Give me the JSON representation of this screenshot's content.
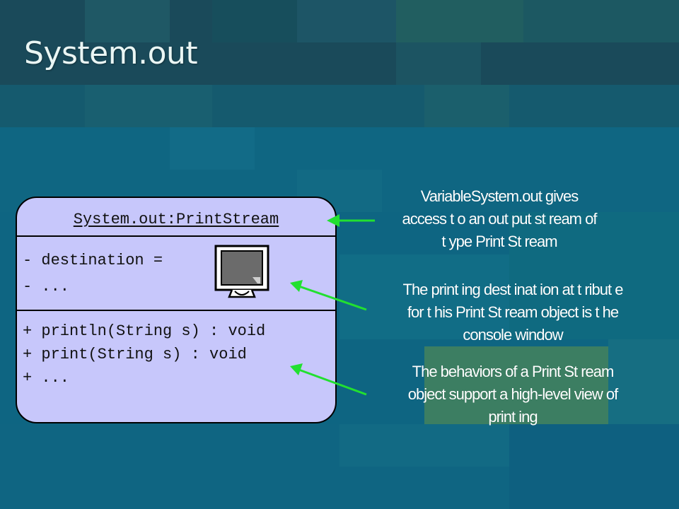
{
  "slide": {
    "title": "System.out"
  },
  "uml": {
    "header": "System.out:PrintStream",
    "attributes": [
      "- destination =",
      "- ..."
    ],
    "operations": [
      "+ println(String s) : void",
      "+ print(String s) : void",
      "+ ..."
    ]
  },
  "annotations": [
    {
      "lines": [
        "VariableSystem.out gives",
        "access t o an out put st ream of",
        "t ype Print St ream"
      ]
    },
    {
      "lines": [
        "The print ing dest inat ion at t ribut e",
        "for t his Print St ream object is t he",
        "console window"
      ]
    },
    {
      "lines": [
        "The behaviors of a Print St ream",
        "object support a high-level view of",
        "print ing"
      ]
    }
  ],
  "colors": {
    "background": "#0f5f78",
    "box_fill": "#c7c7fb",
    "arrow": "#22e030"
  },
  "icons": {
    "monitor": "computer-monitor-icon"
  }
}
